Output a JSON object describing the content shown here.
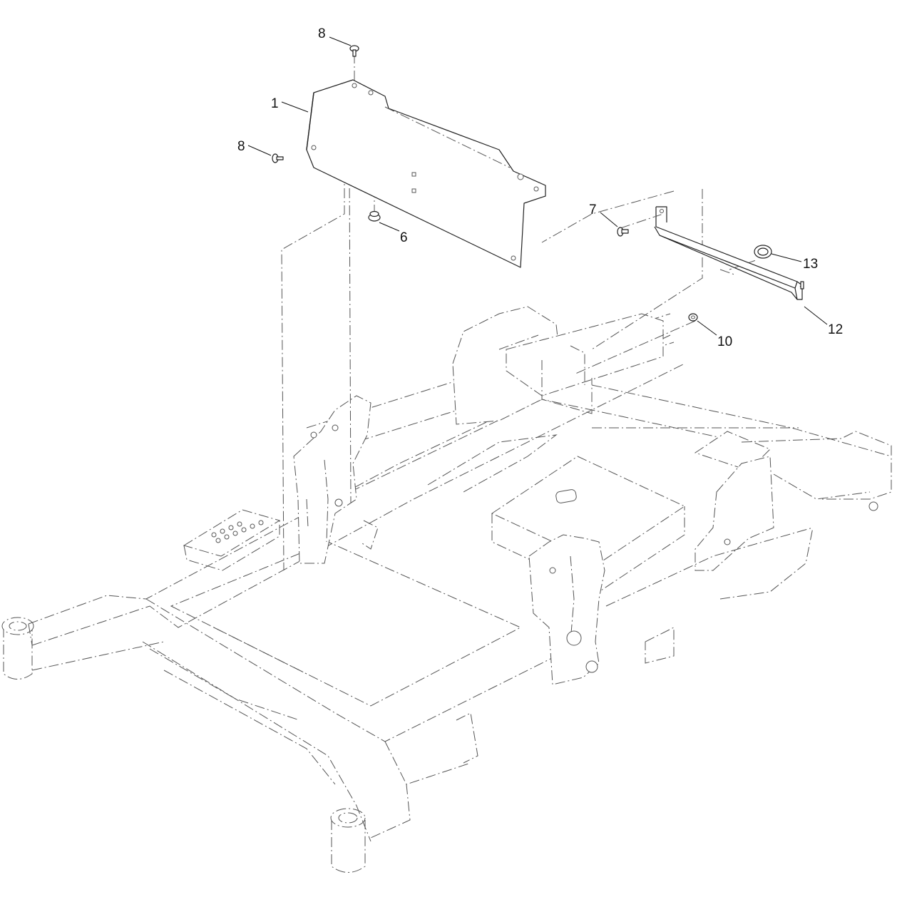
{
  "callouts": {
    "c8_top": "8",
    "c1": "1",
    "c8_left": "8",
    "c6": "6",
    "c7": "7",
    "c13": "13",
    "c12": "12",
    "c10": "10"
  }
}
